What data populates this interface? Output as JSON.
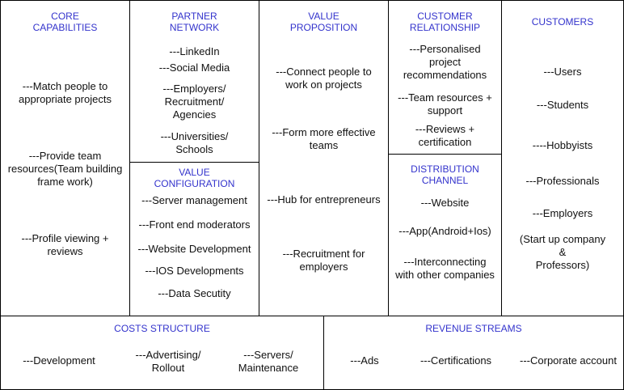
{
  "core": {
    "title": [
      "CORE",
      "CAPABILITIES"
    ],
    "items": [
      [
        "---Match people to",
        "appropriate projects"
      ],
      [
        "---Provide team",
        "resources(Team building",
        "frame work)"
      ],
      [
        "---Profile viewing +",
        "reviews"
      ]
    ]
  },
  "partner": {
    "title": [
      "PARTNER",
      "NETWORK"
    ],
    "items": [
      [
        "---LinkedIn"
      ],
      [
        "---Social Media"
      ],
      [
        "---Employers/",
        "Recruitment/",
        "Agencies"
      ],
      [
        "---Universities/",
        "Schools"
      ]
    ]
  },
  "valueconfig": {
    "title": [
      "VALUE",
      "CONFIGURATION"
    ],
    "items": [
      [
        "---Server management"
      ],
      [
        "---Front end moderators"
      ],
      [
        "---Website Development"
      ],
      [
        "---IOS Developments"
      ],
      [
        "---Data Secutity"
      ]
    ]
  },
  "valueprop": {
    "title": [
      "VALUE",
      "PROPOSITION"
    ],
    "items": [
      [
        "---Connect people to",
        "work on projects"
      ],
      [
        "---Form more effective",
        "teams"
      ],
      [
        "---Hub for entrepreneurs"
      ],
      [
        "---Recruitment for",
        "employers"
      ]
    ]
  },
  "relationship": {
    "title": [
      "CUSTOMER",
      "RELATIONSHIP"
    ],
    "items": [
      [
        "---Personalised",
        "project",
        "recommendations"
      ],
      [
        "---Team resources +",
        "support"
      ],
      [
        "---Reviews +",
        "certification"
      ]
    ]
  },
  "distribution": {
    "title": [
      "DISTRIBUTION",
      "CHANNEL"
    ],
    "items": [
      [
        "---Website"
      ],
      [
        "---App(Android+Ios)"
      ],
      [
        "---Interconnecting",
        "with other companies"
      ]
    ]
  },
  "customers": {
    "title": [
      "CUSTOMERS"
    ],
    "items": [
      [
        "---Users"
      ],
      [
        "---Students"
      ],
      [
        "----Hobbyists"
      ],
      [
        "---Professionals"
      ],
      [
        "---Employers"
      ],
      [
        "(Start up company",
        "&",
        "Professors)"
      ]
    ]
  },
  "costs": {
    "title": [
      "COSTS STRUCTURE"
    ],
    "items": [
      [
        "---Development"
      ],
      [
        "---Advertising/",
        "Rollout"
      ],
      [
        "---Servers/",
        "Maintenance"
      ]
    ]
  },
  "revenue": {
    "title": [
      "REVENUE STREAMS"
    ],
    "items": [
      [
        "---Ads"
      ],
      [
        "---Certifications"
      ],
      [
        "---Corporate account"
      ]
    ]
  }
}
